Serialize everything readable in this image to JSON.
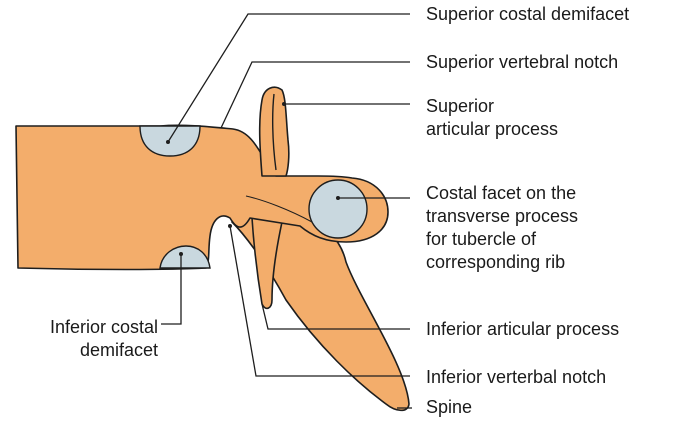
{
  "diagram": {
    "colors": {
      "bone_fill": "#f3ad6b",
      "bone_outline": "#1e1e1e",
      "facet_fill": "#c9d8df",
      "leader_line": "#1e1e1e",
      "text": "#1a1a1a"
    },
    "labels": {
      "superior_costal_demifacet": "Superior costal demifacet",
      "superior_vertebral_notch": "Superior vertebral notch",
      "superior_articular_process": [
        "Superior",
        "articular process"
      ],
      "costal_facet_transverse": [
        "Costal facet on the",
        "transverse process",
        "for tubercle of",
        "corresponding rib"
      ],
      "inferior_costal_demifacet": [
        "Inferior costal",
        "demifacet"
      ],
      "inferior_articular_process": "Inferior articular process",
      "inferior_vertebral_notch": "Inferior verterbal notch",
      "spine": "Spine"
    }
  }
}
